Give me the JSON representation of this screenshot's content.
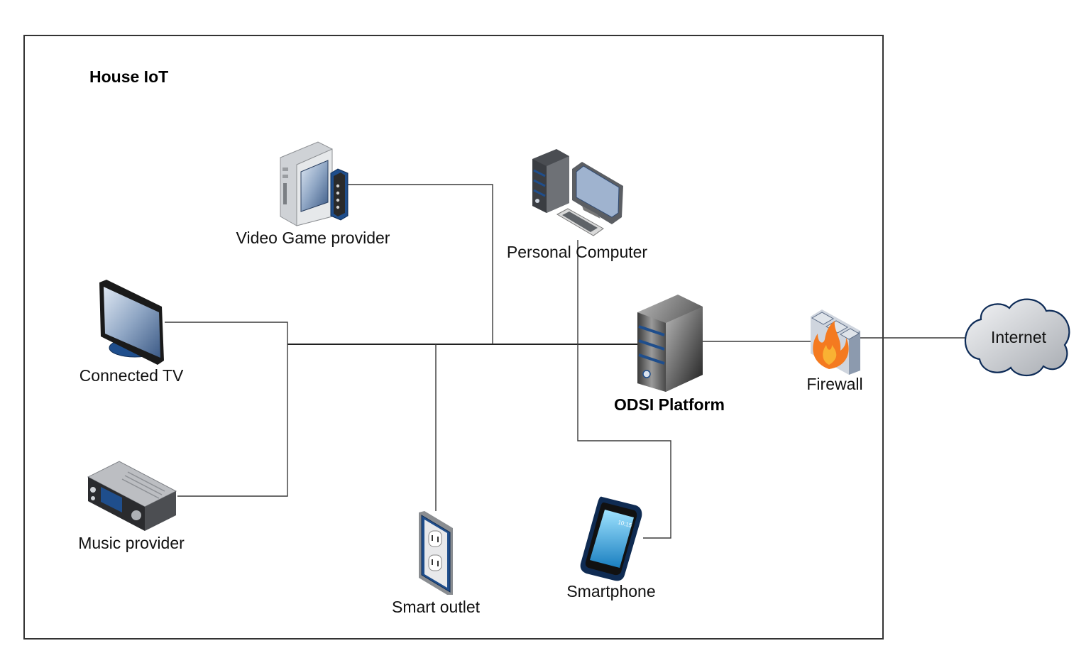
{
  "boundary": {
    "title": "House IoT"
  },
  "nodes": {
    "video_game": {
      "label": "Video Game provider",
      "icon": "game-console-icon"
    },
    "personal_computer": {
      "label": "Personal Computer",
      "icon": "desktop-computer-icon"
    },
    "connected_tv": {
      "label": "Connected TV",
      "icon": "tv-icon"
    },
    "music_provider": {
      "label": "Music provider",
      "icon": "stereo-receiver-icon"
    },
    "smart_outlet": {
      "label": "Smart outlet",
      "icon": "power-outlet-icon"
    },
    "smartphone": {
      "label": "Smartphone",
      "icon": "smartphone-icon",
      "screen_time": "10:15"
    },
    "odsi_platform": {
      "label": "ODSI Platform",
      "icon": "server-icon"
    },
    "firewall": {
      "label": "Firewall",
      "icon": "firewall-icon"
    },
    "internet": {
      "label": "Internet",
      "icon": "cloud-icon"
    }
  },
  "colors": {
    "line": "#000000",
    "boundary": "#333333",
    "cloud_stroke": "#0d2b57",
    "device_blue": "#1f4e8c",
    "flame": "#f47a20"
  }
}
